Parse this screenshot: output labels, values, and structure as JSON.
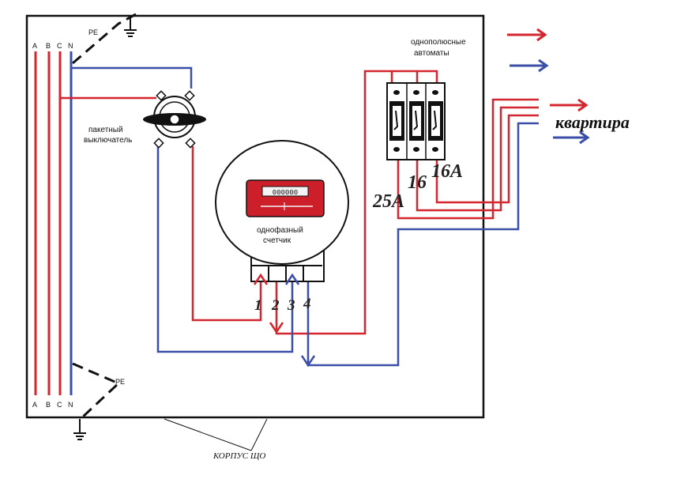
{
  "colors": {
    "phase": "#d4262e",
    "neutral": "#3b4fa8",
    "frame": "#111111",
    "meter_window": "#cc1f2a"
  },
  "buses": {
    "top": [
      "A",
      "B",
      "C",
      "N"
    ],
    "bottom": [
      "A",
      "B",
      "C",
      "N"
    ]
  },
  "pe_top": "PE",
  "pe_bottom": "PE",
  "switch_label": [
    "пакетный",
    "выключатель"
  ],
  "meter_label": [
    "однофазный",
    "счетчик"
  ],
  "meter_display": "000000",
  "terminals": [
    "1",
    "2",
    "3",
    "4"
  ],
  "breakers_label": [
    "однополюсные",
    "автоматы"
  ],
  "ratings": [
    "25A",
    "16",
    "16A"
  ],
  "apartment": "квартира",
  "enclosure": "КОРПУС ЩО",
  "icons": [
    "ground-icon",
    "arrow-right-icon",
    "arrow-up-icon",
    "arrow-down-icon"
  ]
}
